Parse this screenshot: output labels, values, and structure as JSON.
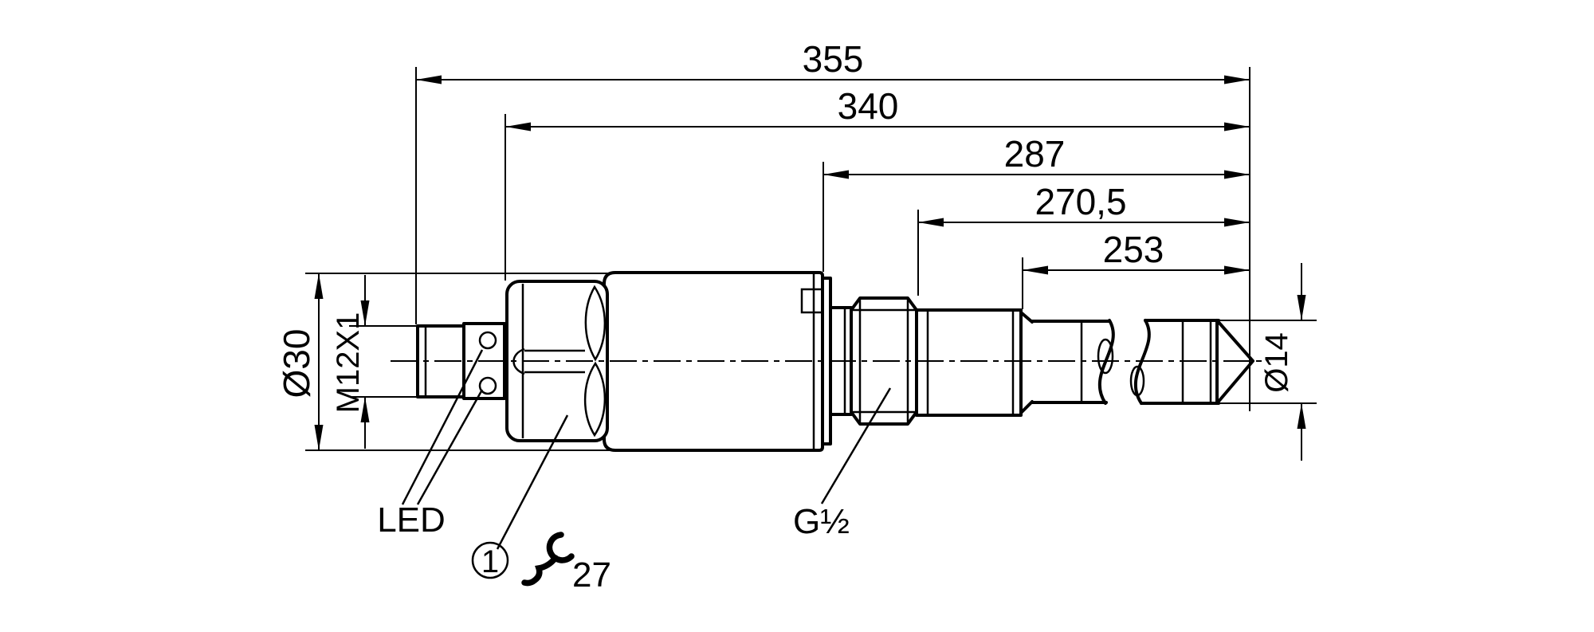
{
  "dims": {
    "d355": "355",
    "d340": "340",
    "d287": "287",
    "d270_5": "270,5",
    "d253": "253",
    "dia_body": "Ø30",
    "thread_connector": "M12X1",
    "dia_probe": "Ø14"
  },
  "labels": {
    "led": "LED",
    "callout_1": "1",
    "wrench_size": "27",
    "thread_process": "G½",
    "wrench_icon": "open-end-wrench"
  },
  "colors": {
    "line": "#000000",
    "background": "#ffffff"
  }
}
